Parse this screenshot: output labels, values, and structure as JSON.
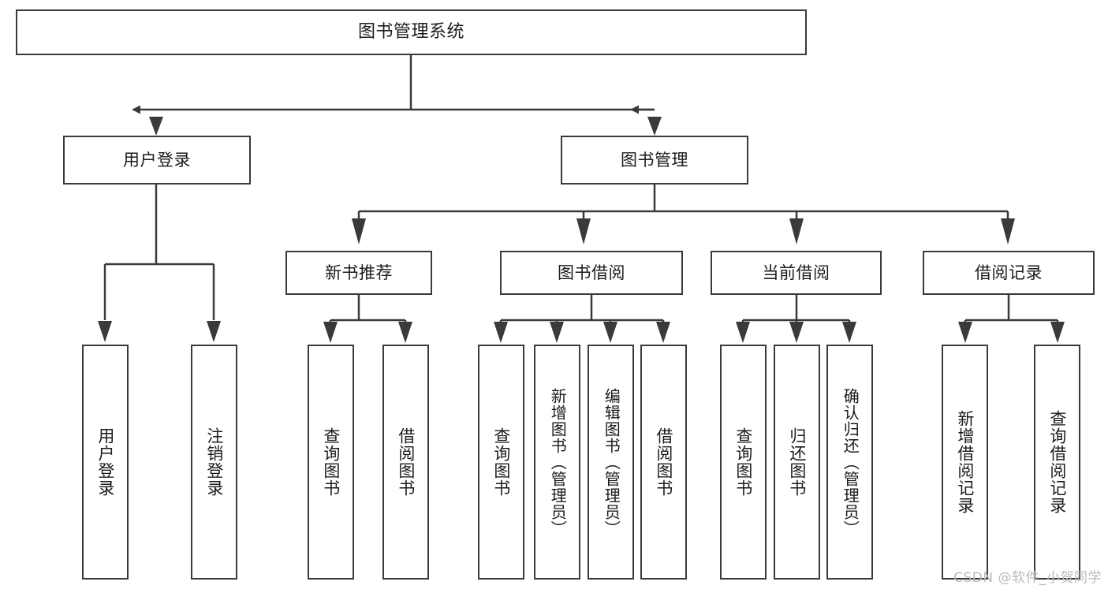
{
  "diagram": {
    "type": "hierarchy-tree",
    "title": "图书管理系统",
    "root": {
      "label": "图书管理系统"
    },
    "level1": [
      {
        "id": "user-login",
        "label": "用户登录"
      },
      {
        "id": "book-manage",
        "label": "图书管理"
      }
    ],
    "level2": [
      {
        "id": "new-book-recommend",
        "label": "新书推荐",
        "parent": "book-manage"
      },
      {
        "id": "book-borrow",
        "label": "图书借阅",
        "parent": "book-manage"
      },
      {
        "id": "current-borrow",
        "label": "当前借阅",
        "parent": "book-manage"
      },
      {
        "id": "borrow-record",
        "label": "借阅记录",
        "parent": "book-manage"
      }
    ],
    "leaves": [
      {
        "id": "leaf-user-login",
        "label": "用户登录",
        "parent": "user-login"
      },
      {
        "id": "leaf-logout-login",
        "label": "注销登录",
        "parent": "user-login"
      },
      {
        "id": "leaf-query-book-1",
        "label": "查询图书",
        "parent": "new-book-recommend"
      },
      {
        "id": "leaf-borrow-book-1",
        "label": "借阅图书",
        "parent": "new-book-recommend"
      },
      {
        "id": "leaf-query-book-2",
        "label": "查询图书",
        "parent": "book-borrow"
      },
      {
        "id": "leaf-add-book",
        "label": "新增图书（管理员）",
        "parent": "book-borrow"
      },
      {
        "id": "leaf-edit-book",
        "label": "编辑图书（管理员）",
        "parent": "book-borrow"
      },
      {
        "id": "leaf-borrow-book-2",
        "label": "借阅图书",
        "parent": "book-borrow"
      },
      {
        "id": "leaf-query-book-3",
        "label": "查询图书",
        "parent": "current-borrow"
      },
      {
        "id": "leaf-return-book",
        "label": "归还图书",
        "parent": "current-borrow"
      },
      {
        "id": "leaf-confirm-return",
        "label": "确认归还（管理员）",
        "parent": "current-borrow"
      },
      {
        "id": "leaf-add-record",
        "label": "新增借阅记录",
        "parent": "borrow-record"
      },
      {
        "id": "leaf-query-record",
        "label": "查询借阅记录",
        "parent": "borrow-record"
      }
    ]
  },
  "watermark": {
    "text": "CSDN @软件_小贺同学"
  },
  "colors": {
    "stroke": "#3a3a3a",
    "background": "#ffffff",
    "text": "#1b1b1b",
    "watermark": "#b9b9b9"
  }
}
